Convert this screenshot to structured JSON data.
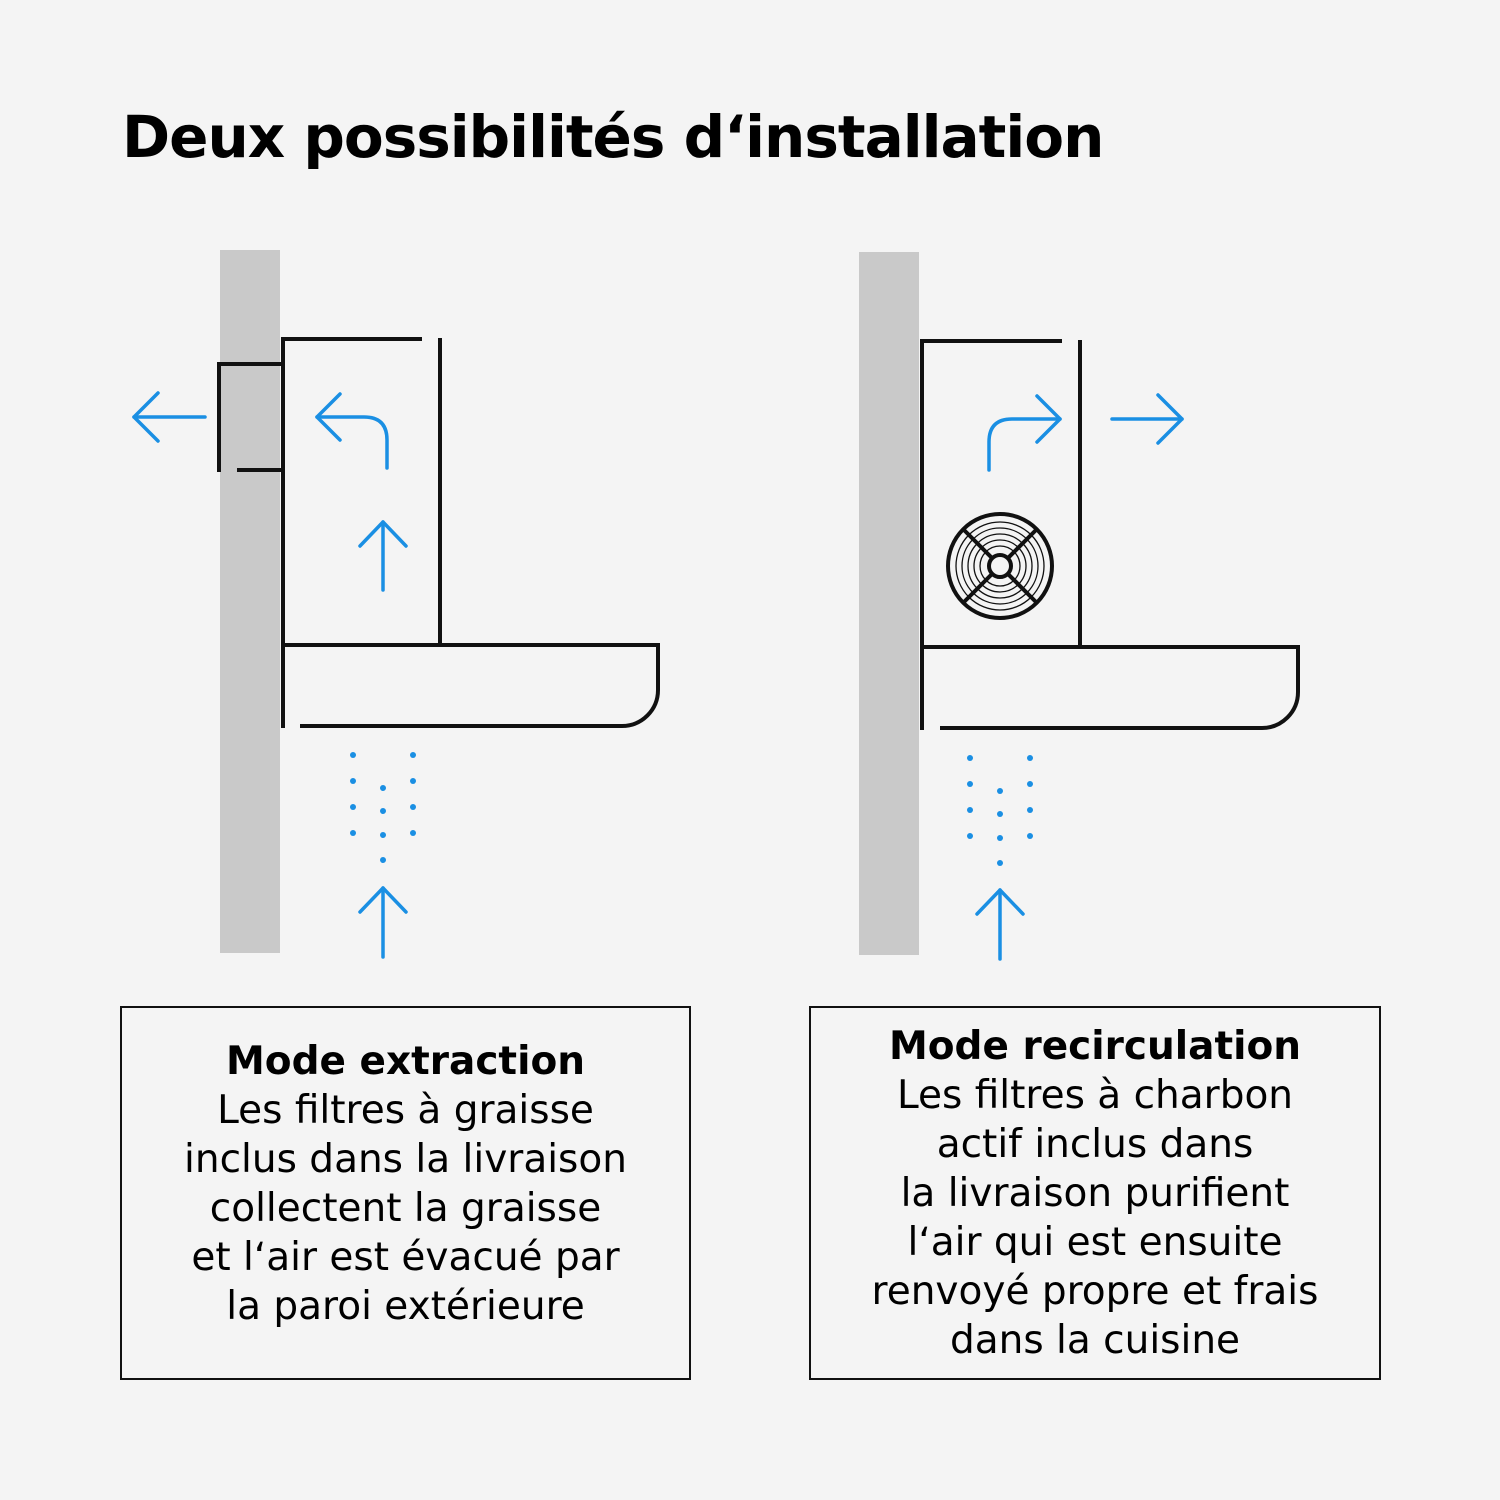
{
  "page_title": "Deux possibilités d‘installation",
  "colors": {
    "background": "#f4f4f4",
    "wall": "#c9c9c9",
    "outline": "#111111",
    "airflow": "#1a8fe3"
  },
  "icons": [
    "arrow-left-icon",
    "arrow-up-icon",
    "arrow-right-icon",
    "curved-arrow-icon",
    "fan-icon",
    "air-particles-icon"
  ],
  "modes": [
    {
      "title": "Mode extraction",
      "lines": [
        "Les filtres à graisse",
        "inclus dans la livraison",
        "collectent la graisse",
        "et l‘air est évacué par",
        "la paroi extérieure"
      ]
    },
    {
      "title": "Mode recirculation",
      "lines": [
        "Les filtres à charbon",
        "actif inclus dans",
        "la livraison purifient",
        "l‘air qui est ensuite",
        "renvoyé propre et frais",
        "dans la cuisine"
      ]
    }
  ]
}
